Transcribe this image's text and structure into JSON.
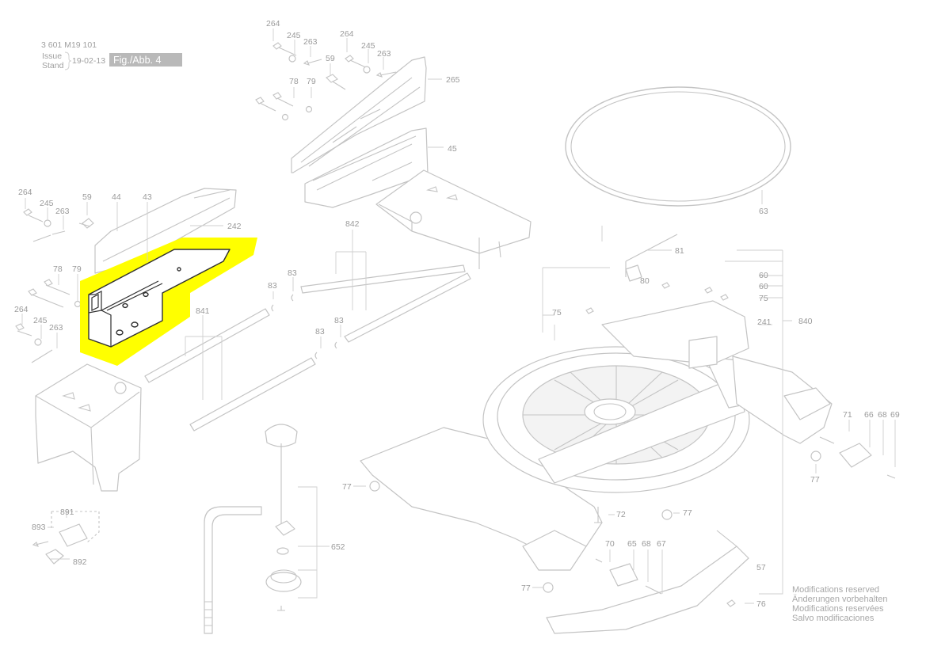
{
  "header": {
    "drawing_number": "3 601 M19 101",
    "issue_label": "Issue",
    "stand_label": "Stand",
    "issue_date": "19-02-13",
    "figure_label": "Fig./Abb. 4"
  },
  "footer_note": {
    "line1": "Modifications reserved",
    "line2": "Änderungen vorbehalten",
    "line3": "Modifications reservées",
    "line4": "Salvo modificaciones"
  },
  "highlight": {
    "part": "43",
    "color": "#ffff00"
  },
  "labels": {
    "l264a": "264",
    "l245a": "245",
    "l263a": "263",
    "l264b": "264",
    "l245b": "245",
    "l263b": "263",
    "l59a": "59",
    "l78a": "78",
    "l79a": "79",
    "l265": "265",
    "l45": "45",
    "l63": "63",
    "l264c": "264",
    "l245c": "245",
    "l263c": "263",
    "l59b": "59",
    "l44": "44",
    "l43": "43",
    "l242": "242",
    "l78b": "78",
    "l79b": "79",
    "l264d": "264",
    "l245d": "245",
    "l263d": "263",
    "l842": "842",
    "l81": "81",
    "l83a": "83",
    "l83b": "83",
    "l83c": "83",
    "l83d": "83",
    "l841": "841",
    "l80": "80",
    "l60a": "60",
    "l60b": "60",
    "l75a": "75",
    "l75b": "75",
    "l241": "241",
    "l840": "840",
    "l71": "71",
    "l66": "66",
    "l68a": "68",
    "l69": "69",
    "l77a": "77",
    "l77b": "77",
    "l72": "72",
    "l77c": "77",
    "l70": "70",
    "l65": "65",
    "l68b": "68",
    "l67": "67",
    "l77d": "77",
    "l57": "57",
    "l76": "76",
    "l891": "891",
    "l893": "893",
    "l892": "892",
    "l652": "652"
  }
}
